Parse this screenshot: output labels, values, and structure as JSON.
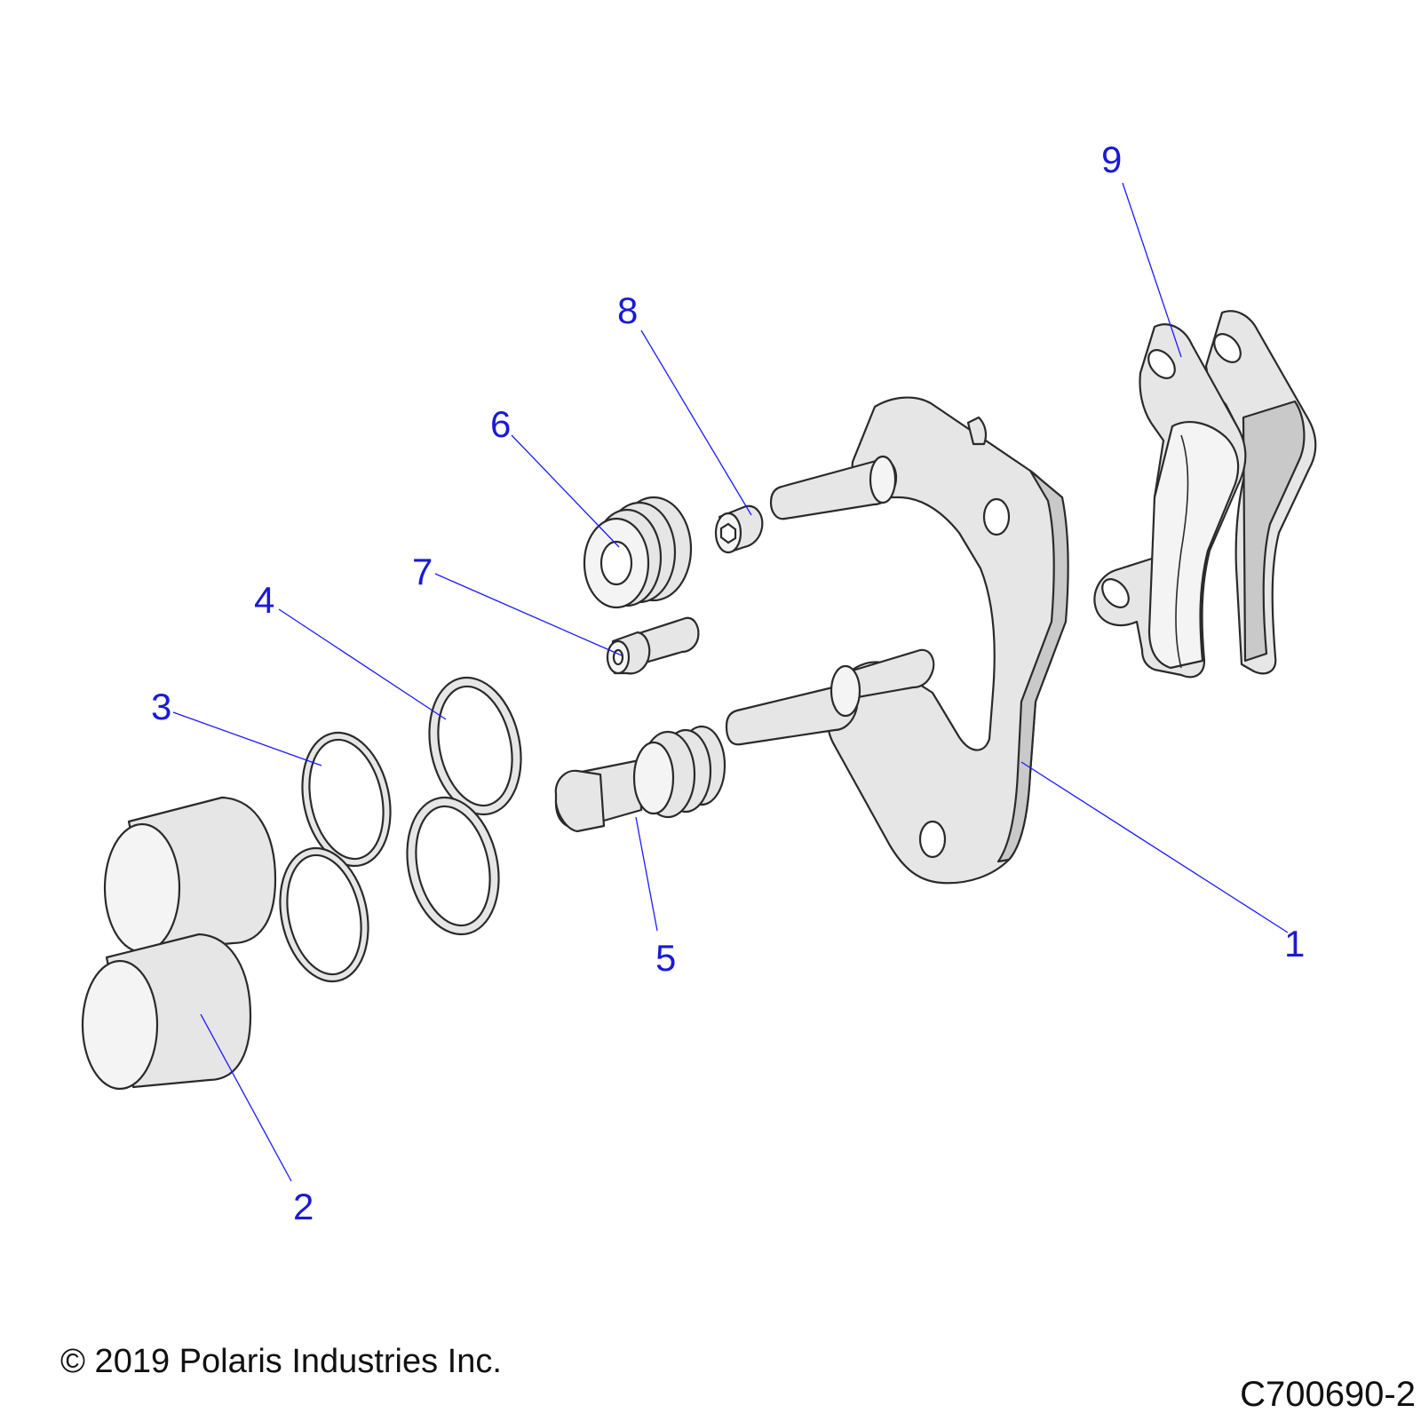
{
  "callouts": [
    {
      "id": "1",
      "text": "1"
    },
    {
      "id": "2",
      "text": "2"
    },
    {
      "id": "3",
      "text": "3"
    },
    {
      "id": "4",
      "text": "4"
    },
    {
      "id": "5",
      "text": "5"
    },
    {
      "id": "6",
      "text": "6"
    },
    {
      "id": "7",
      "text": "7"
    },
    {
      "id": "8",
      "text": "8"
    },
    {
      "id": "9",
      "text": "9"
    }
  ],
  "footer": {
    "copyright": "© 2019 Polaris Industries Inc.",
    "drawing_number": "C700690-2"
  },
  "colors": {
    "callout_text": "#1a1ad6",
    "leader_line": "#1a1aff",
    "part_fill": "#e6e6e6",
    "outline": "#2a2a2a"
  }
}
